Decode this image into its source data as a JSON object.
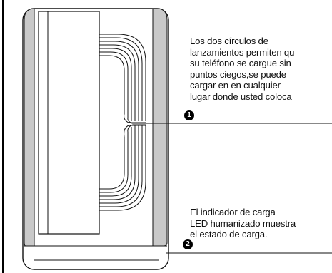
{
  "callout_1": {
    "number": "1",
    "lines": [
      "Los dos círculos de",
      "lanzamientos permiten qu",
      "su teléfono se cargue sin",
      "puntos ciegos,se puede",
      "cargar en en cualquier",
      "lugar donde usted coloca"
    ]
  },
  "callout_2": {
    "number": "2",
    "lines": [
      "El indicador de carga",
      "LED humanizado muestra",
      "el estado de carga."
    ]
  },
  "colors": {
    "stroke": "#111111",
    "side_panel": "#c9c9c9",
    "background": "#ffffff"
  }
}
